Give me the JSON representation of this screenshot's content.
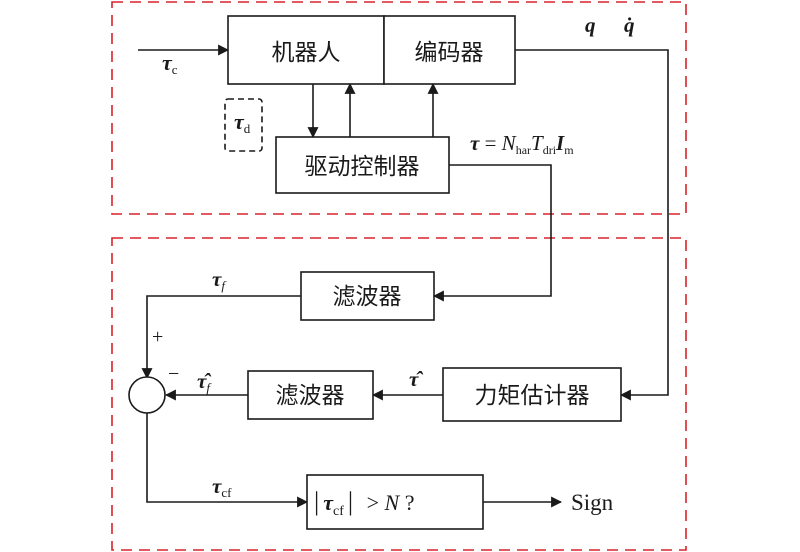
{
  "blocks": {
    "robot": "机器人",
    "encoder": "编码器",
    "drive_controller": "驱动控制器",
    "filter_top": "滤波器",
    "filter_bottom": "滤波器",
    "torque_estimator": "力矩估计器"
  },
  "signals": {
    "tau_c": {
      "sym": "τ",
      "sub": "c"
    },
    "tau_d": {
      "sym": "τ",
      "sub": "d"
    },
    "q": "q",
    "q_dot": "q̇",
    "tau_eq": {
      "lhs": "τ",
      "eq": " = ",
      "n": "N",
      "n_sub": "har",
      "t": "T",
      "t_sub": "dri",
      "i": "I",
      "i_sub": "m"
    },
    "tau_f": {
      "sym": "τ",
      "sub": "f"
    },
    "tau_hat_f": {
      "sym": "τ̂",
      "sub": "f"
    },
    "tau_hat": "τ̂",
    "tau_cf": {
      "sym": "τ",
      "sub": "cf"
    },
    "plus": "+",
    "minus": "−"
  },
  "decision": {
    "bar_l": "|",
    "sym": "τ",
    "sub": "cf",
    "bar_r": "|",
    "cmp": " > ",
    "n": "N",
    "q": " ?"
  },
  "output": "Sign"
}
